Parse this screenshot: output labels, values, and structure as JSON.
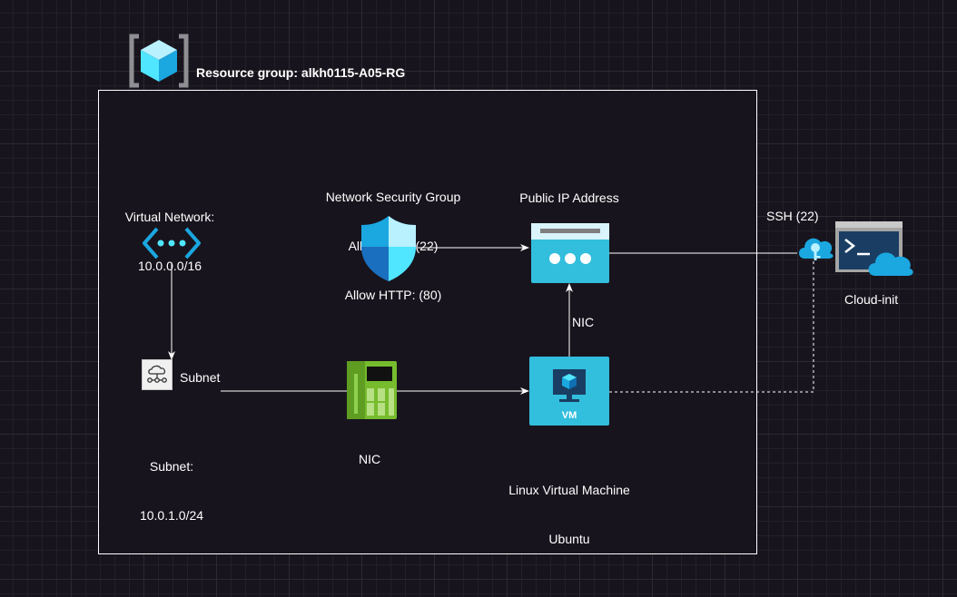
{
  "resource_group": {
    "label": "Resource group: alkh0115-A05-RG"
  },
  "nodes": {
    "vnet": {
      "line1": "Virtual Network:",
      "line2": "10.0.0.0/16"
    },
    "nsg": {
      "line1": "Network Security Group",
      "line2": "Allow: SSH (22)",
      "line3": "Allow HTTP: (80)"
    },
    "public_ip": {
      "label": "Public IP Address"
    },
    "subnet": {
      "icon_label": "Subnet",
      "line1": "Subnet:",
      "line2": "10.0.1.0/24"
    },
    "nic": {
      "label": "NIC"
    },
    "vm": {
      "badge": "VM",
      "line1": "Linux Virtual Machine",
      "line2": "Ubuntu"
    },
    "nic_link": {
      "label": "NIC"
    },
    "ssh": {
      "label": "SSH (22)"
    },
    "cloud_init": {
      "label": "Cloud-init"
    }
  },
  "icons": {
    "resource_group": "resource-group-cube-icon",
    "vnet": "virtual-network-icon",
    "nsg": "shield-icon",
    "public_ip": "public-ip-icon",
    "subnet": "subnet-icon",
    "nic": "network-card-icon",
    "vm": "virtual-machine-icon",
    "ssh_key": "ssh-key-cloud-icon",
    "cloud_init": "cloud-shell-icon"
  },
  "colors": {
    "background": "#18141d",
    "line": "#ffffff",
    "azure_blue": "#0f8dd6",
    "azure_light": "#50e6ff",
    "nic_green": "#76bc2d"
  }
}
